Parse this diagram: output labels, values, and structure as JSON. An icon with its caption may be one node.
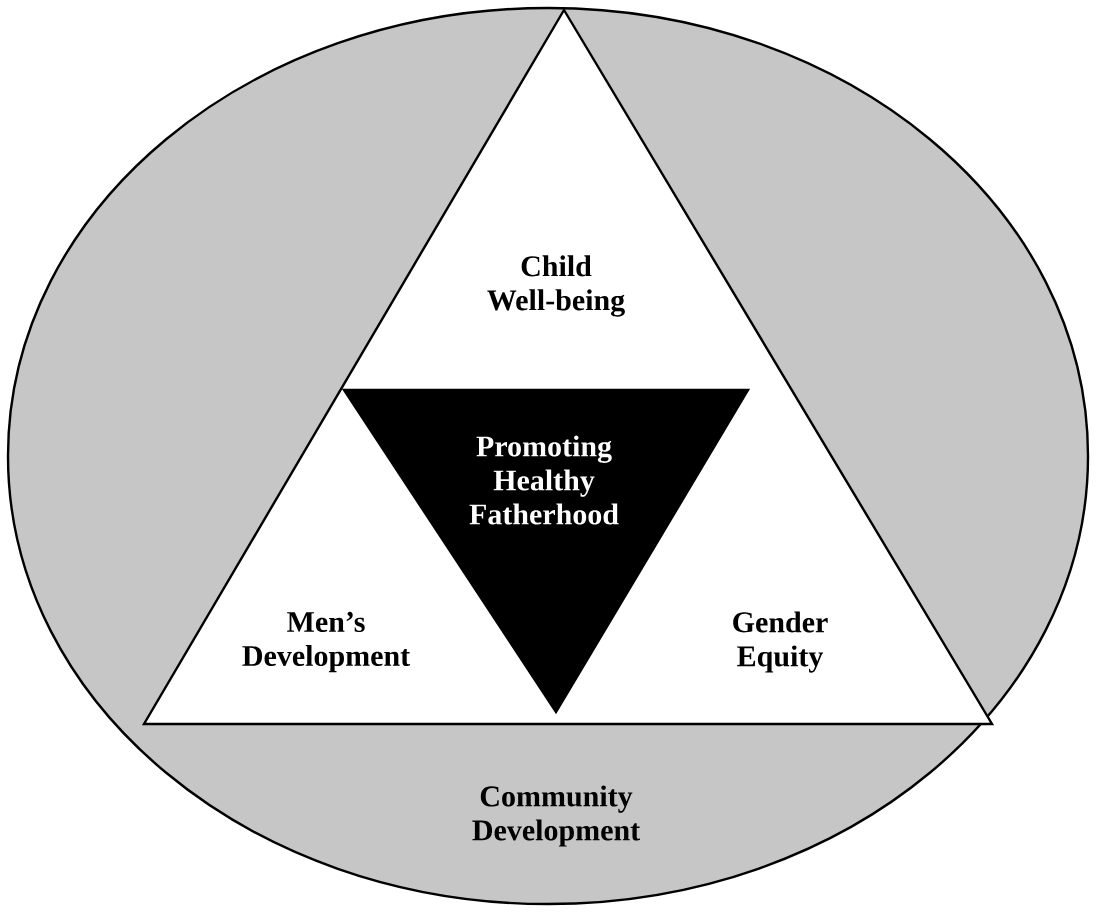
{
  "diagram": {
    "nodes": [
      {
        "text": [
          "Community Development"
        ]
      },
      {
        "text": [
          "Child Well-being",
          "Men’s Development",
          "Gender Equity"
        ],
        "in": 0
      },
      {
        "text": [
          "Promoting Healthy Fatherhood"
        ],
        "in": 1
      }
    ]
  }
}
